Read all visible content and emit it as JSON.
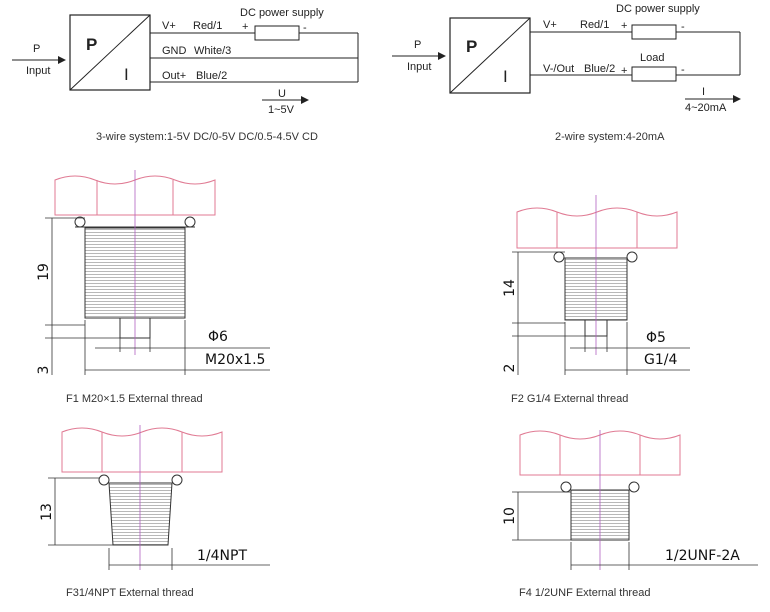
{
  "wiring3": {
    "input_p": "P",
    "input_label": "Input",
    "box_p": "P",
    "box_i": "I",
    "vplus": "V+",
    "red": "Red/1",
    "plus": "+",
    "minus": "-",
    "supply": "DC power supply",
    "gnd": "GND",
    "white": "White/3",
    "outplus": "Out+",
    "blue": "Blue/2",
    "u": "U",
    "range": "1~5V",
    "caption": "3-wire system:1-5V DC/0-5V DC/0.5-4.5V CD"
  },
  "wiring2": {
    "input_p": "P",
    "input_label": "Input",
    "box_p": "P",
    "box_i": "I",
    "vplus": "V+",
    "red": "Red/1",
    "plus": "+",
    "minus": "-",
    "supply": "DC power supply",
    "vout": "V-/Out",
    "blue": "Blue/2",
    "load": "Load",
    "plus2": "+",
    "minus2": "-",
    "i": "I",
    "range": "4~20mA",
    "caption": "2-wire system:4-20mA"
  },
  "f1": {
    "h1": "19",
    "h2": "3",
    "phi": "Φ6",
    "thread": "M20x1.5",
    "caption": "F1 M20×1.5 External thread"
  },
  "f2": {
    "h1": "14",
    "h2": "2",
    "phi": "Φ5",
    "thread": "G1/4",
    "caption": "F2 G1/4 External thread"
  },
  "f3": {
    "h1": "13",
    "thread": "1/4NPT",
    "caption": "F31/4NPT External thread"
  },
  "f4": {
    "h1": "10",
    "thread": "1/2UNF-2A",
    "caption": "F4 1/2UNF External thread"
  },
  "colors": {
    "body_outline": "#e07a93",
    "axis": "#b060c0",
    "line": "#333333"
  }
}
